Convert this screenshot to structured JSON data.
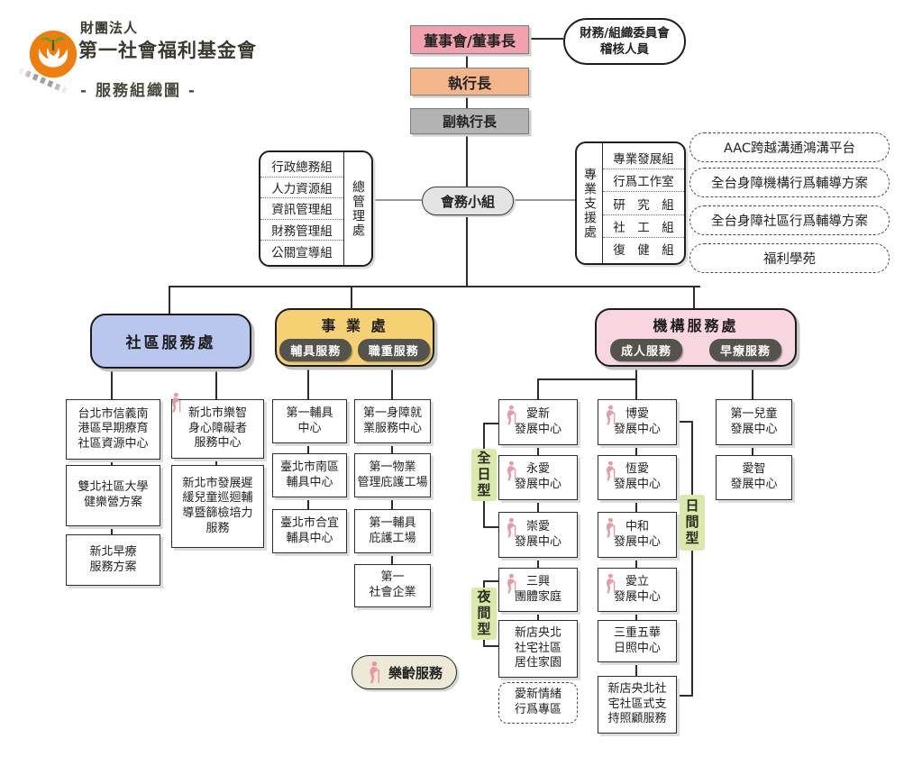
{
  "brand": {
    "org_type": "財團法人",
    "org_name": "第一社會福利基金會",
    "chart_title": "- 服務組織圖 -",
    "logo": "foundation-hands-sprout-logo"
  },
  "executive": {
    "board": "董事會/董事長",
    "audit_committee_line1": "財務/組織委員會",
    "audit_committee_line2": "稽核人員",
    "ceo": "執行長",
    "deputy_ceo": "副執行長",
    "council": "會務小組"
  },
  "general_admin": {
    "title": "總管理處",
    "units": [
      "行政總務組",
      "人力資源組",
      "資訊管理組",
      "財務管理組",
      "公關宣導組"
    ]
  },
  "professional_support": {
    "title": "專業支援處",
    "units": [
      "專業發展組",
      "行爲工作室",
      "研　究　組",
      "社　工　組",
      "復　健　組"
    ]
  },
  "programs": [
    "AAC跨越溝通鴻溝平台",
    "全台身障機構行爲輔導方案",
    "全台身障社區行爲輔導方案",
    "福利學苑"
  ],
  "community": {
    "title": "社區服務處",
    "col1": [
      "台北市信義南\n港區早期療育\n社區資源中心",
      "雙北社區大學\n健樂營方案",
      "新北早療\n服務方案"
    ],
    "col2": [
      "新北市樂智\n身心障礙者\n服務中心",
      "新北市發展遲\n緩兒童巡迴輔\n導暨篩檢培力\n服務"
    ]
  },
  "business": {
    "title": "事 業 處",
    "tags": [
      "輔具服務",
      "職重服務"
    ],
    "assistive_col": [
      "第一輔具\n中心",
      "臺北市南區\n輔具中心",
      "臺北市合宜\n輔具中心"
    ],
    "vocational_col": [
      "第一身障就\n業服務中心",
      "第一物業\n管理庇護工場",
      "第一輔具\n庇護工場",
      "第一\n社會企業"
    ]
  },
  "institution": {
    "title": "機構服務處",
    "tags": [
      "成人服務",
      "早療服務"
    ],
    "adult_col1": [
      "愛新\n發展中心",
      "永愛\n發展中心",
      "崇愛\n發展中心",
      "三興\n團體家庭",
      "新店央北\n社宅社區\n居住家園"
    ],
    "adult_col1_note": "愛新情緒\n行爲專區",
    "adult_col2": [
      "博愛\n發展中心",
      "恆愛\n發展中心",
      "中和\n發展中心",
      "愛立\n發展中心",
      "三重五華\n日照中心",
      "新店央北社\n宅社區式支\n持照顧服務"
    ],
    "early_col": [
      "第一兒童\n發展中心",
      "愛智\n發展中心"
    ],
    "badges": {
      "full_day": "全日型",
      "night": "夜間型",
      "day": "日間型"
    }
  },
  "legend": {
    "senior_service": "樂齡服務",
    "icon": "elder-person-icon"
  },
  "colors": {
    "board_pink": "#f2a2ac",
    "ceo_orange": "#f5b58a",
    "deputy_gray": "#b3b3b3",
    "council_gray": "#e4e4e4",
    "community_blue": "#b9c6ee",
    "business_yellow": "#f6d173",
    "institution_pink": "#f8d6e0",
    "tag_dark": "#55534e",
    "badge_green": "#d9e8ab",
    "legend_beige": "#ecead6",
    "logo_orange": "#ee7f0e",
    "icon_pink": "#e59ba6"
  }
}
